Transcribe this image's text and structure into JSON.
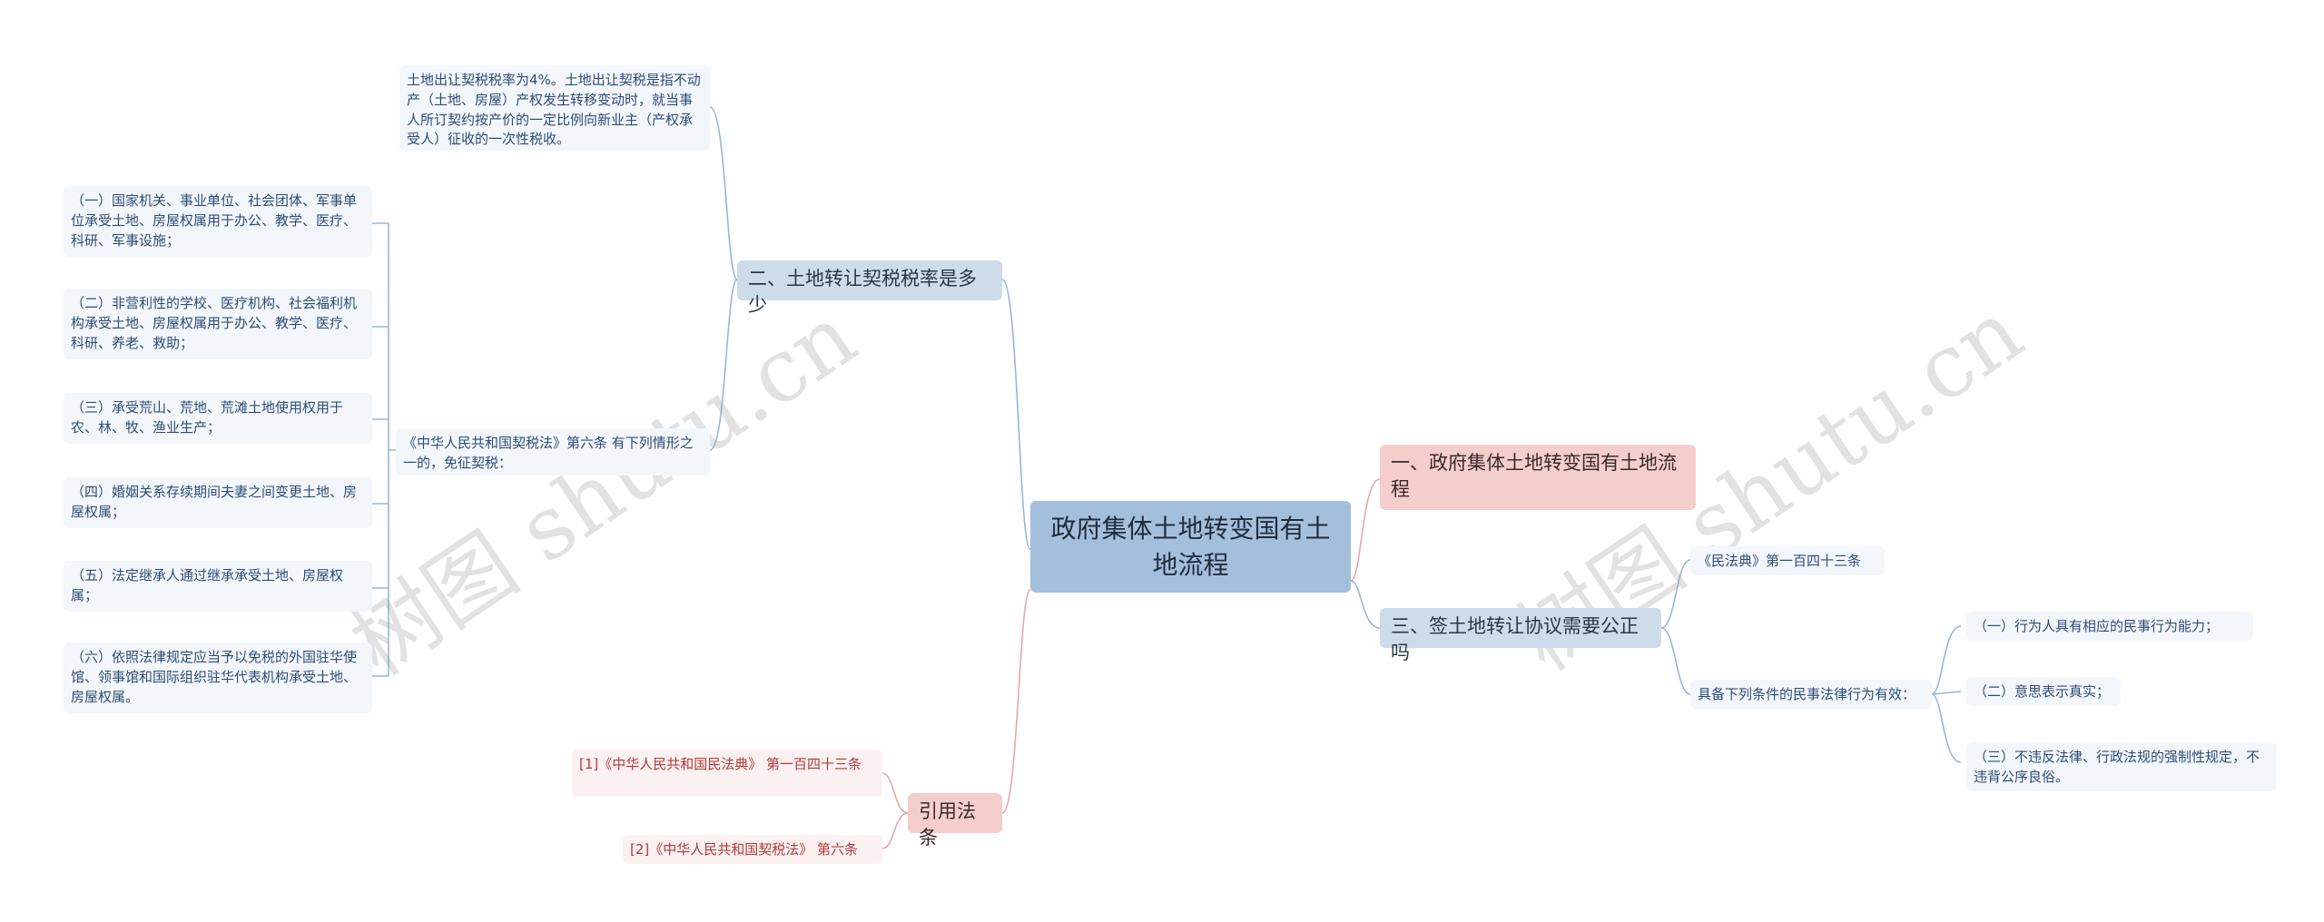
{
  "root": {
    "title": "政府集体土地转变国有土地流程"
  },
  "branch1": {
    "label": "一、政府集体土地转变国有土地流程"
  },
  "branch2": {
    "label": "二、土地转让契税税率是多少",
    "rate_note": "土地出让契税税率为4%。土地出让契税是指不动产（土地、房屋）产权发生转移变动时，就当事人所订契约按产价的一定比例向新业主（产权承受人）征收的一次性税收。",
    "exempt_intro": "《中华人民共和国契税法》第六条 有下列情形之一的，免征契税：",
    "exempt_items": [
      "（一）国家机关、事业单位、社会团体、军事单位承受土地、房屋权属用于办公、教学、医疗、科研、军事设施；",
      "（二）非营利性的学校、医疗机构、社会福利机构承受土地、房屋权属用于办公、教学、医疗、科研、养老、救助；",
      "（三）承受荒山、荒地、荒滩土地使用权用于农、林、牧、渔业生产；",
      "（四）婚姻关系存续期间夫妻之间变更土地、房屋权属；",
      "（五）法定继承人通过继承承受土地、房屋权属；",
      "（六）依照法律规定应当予以免税的外国驻华使馆、领事馆和国际组织驻华代表机构承受土地、房屋权属。"
    ]
  },
  "branch3": {
    "label": "三、签土地转让协议需要公正吗",
    "civil_code": "《民法典》第一百四十三条",
    "conditions_intro": "具备下列条件的民事法律行为有效：",
    "conditions": [
      "（一）行为人具有相应的民事行为能力；",
      "（二）意思表示真实；",
      "（三）不违反法律、行政法规的强制性规定，不违背公序良俗。"
    ]
  },
  "citations": {
    "label": "引用法条",
    "items": [
      "[1]《中华人民共和国民法典》 第一百四十三条",
      "[2]《中华人民共和国契税法》 第六条"
    ]
  },
  "watermark": {
    "text": "树图 shutu.cn"
  },
  "colors": {
    "connector_blue": "#9bb6d4",
    "connector_red": "#e8a6a6",
    "root_bg": "#a4bfdc"
  }
}
